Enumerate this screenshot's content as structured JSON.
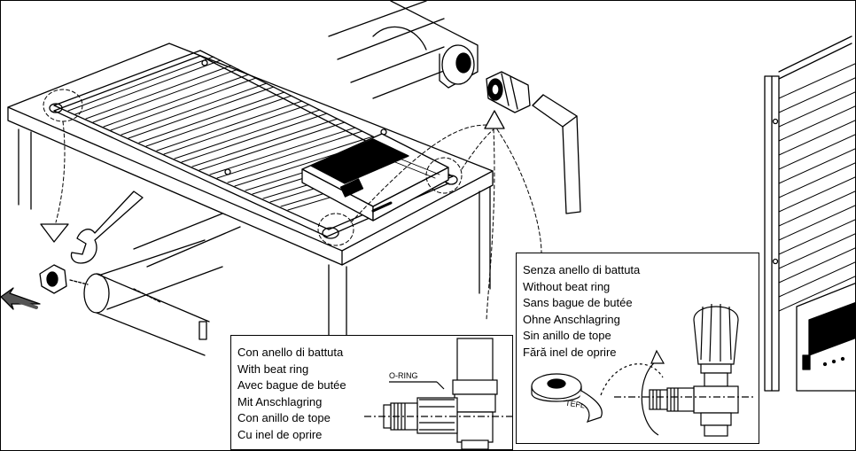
{
  "panel_with_ring": {
    "lines": [
      "Con anello di battuta",
      "With beat ring",
      "Avec bague de butée",
      "Mit Anschlagring",
      "Con anillo de tope",
      "Cu inel de oprire"
    ],
    "oring_label": "O-RING"
  },
  "panel_without_ring": {
    "lines": [
      "Senza anello di battuta",
      "Without beat ring",
      "Sans bague de butée",
      "Ohne Anschlagring",
      "Sin anillo de tope",
      "Fără inel de oprire"
    ],
    "teflon_label": "TEFLON"
  },
  "icons": [
    "wrench-icon",
    "hex-key-icon",
    "direction-arrow-icon",
    "detail-triangle-icon"
  ]
}
